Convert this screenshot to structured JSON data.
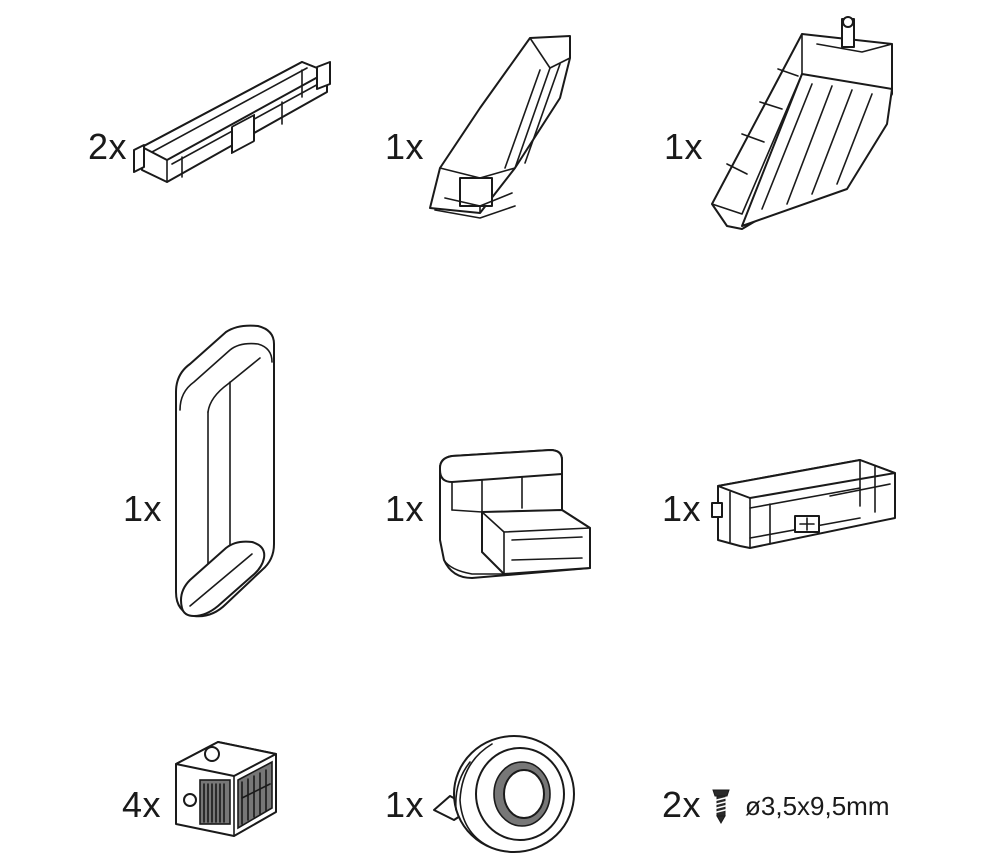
{
  "parts": [
    {
      "id": "flat-duct-connector",
      "quantity": "2x"
    },
    {
      "id": "angled-duct-adapter",
      "quantity": "1x"
    },
    {
      "id": "hood-outlet-adapter",
      "quantity": "1x"
    },
    {
      "id": "rectangular-duct-pipe",
      "quantity": "1x"
    },
    {
      "id": "elbow-bend-90",
      "quantity": "1x"
    },
    {
      "id": "wall-duct-coupler",
      "quantity": "1x"
    },
    {
      "id": "mounting-clip",
      "quantity": "4x"
    },
    {
      "id": "adhesive-tape-roll",
      "quantity": "1x"
    },
    {
      "id": "screw",
      "quantity": "2x",
      "spec": "ø3,5x9,5mm"
    }
  ]
}
